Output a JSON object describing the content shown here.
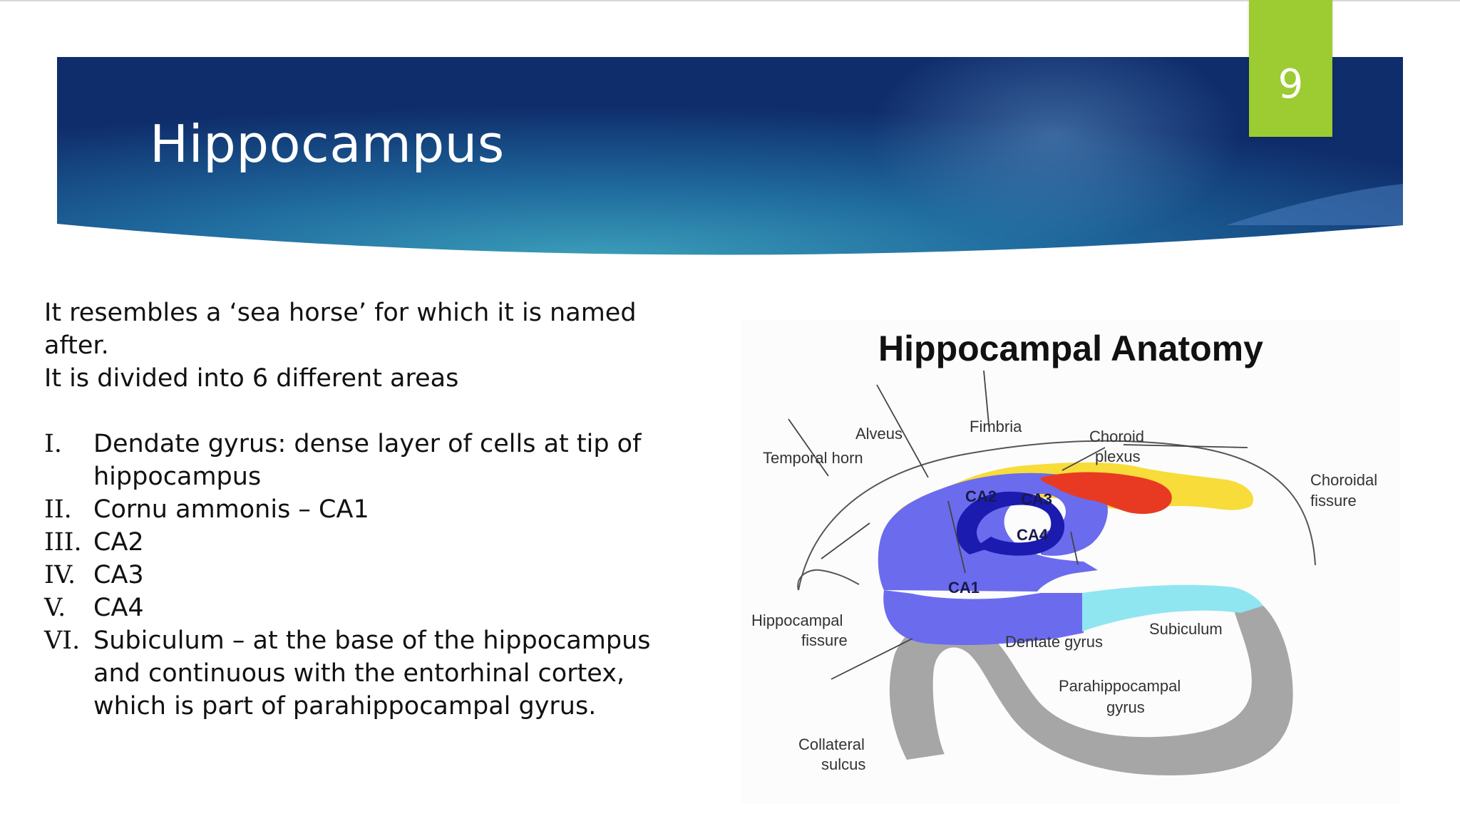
{
  "slide": {
    "title": "Hippocampus",
    "page_number": "9",
    "colors": {
      "banner_dark": "#0f2d6b",
      "banner_light": "#2a8cab",
      "badge": "#9ccb32"
    }
  },
  "content": {
    "intro_line1": "It resembles a ‘sea horse’ for which it is named after.",
    "intro_line2": "It is divided into 6 different areas",
    "list": [
      {
        "num": "I.",
        "text": "Dendate gyrus: dense layer of cells at tip of hippocampus"
      },
      {
        "num": "II.",
        "text": "Cornu ammonis – CA1"
      },
      {
        "num": "III.",
        "text": "CA2"
      },
      {
        "num": "IV.",
        "text": "CA3"
      },
      {
        "num": "V.",
        "text": "CA4"
      },
      {
        "num": "VI.",
        "text": "Subiculum – at the base of the hippocampus and continuous with the entorhinal cortex, which is part of parahippocampal gyrus."
      }
    ]
  },
  "figure": {
    "title": "Hippocampal Anatomy",
    "labels": {
      "alveus": "Alveus",
      "fimbria": "Fimbria",
      "choroid_1": "Choroid",
      "choroid_2": "plexus",
      "temporal_horn": "Temporal horn",
      "choroidal_1": "Choroidal",
      "choroidal_2": "fissure",
      "ca1": "CA1",
      "ca2": "CA2",
      "ca3": "CA3",
      "ca4": "CA4",
      "hippocampal_fissure_1": "Hippocampal",
      "hippocampal_fissure_2": "fissure",
      "dentate_gyrus": "Dentate gyrus",
      "subiculum": "Subiculum",
      "parahippocampal_1": "Parahippocampal",
      "parahippocampal_2": "gyrus",
      "collateral_1": "Collateral",
      "collateral_2": "sulcus"
    },
    "colors": {
      "ca": "#6b6bee",
      "dentate": "#1b1bb0",
      "fimbria": "#e83a22",
      "choroid": "#f7dc3a",
      "subiculum": "#8fe6f0",
      "parahippocampal": "#a6a6a6"
    }
  }
}
